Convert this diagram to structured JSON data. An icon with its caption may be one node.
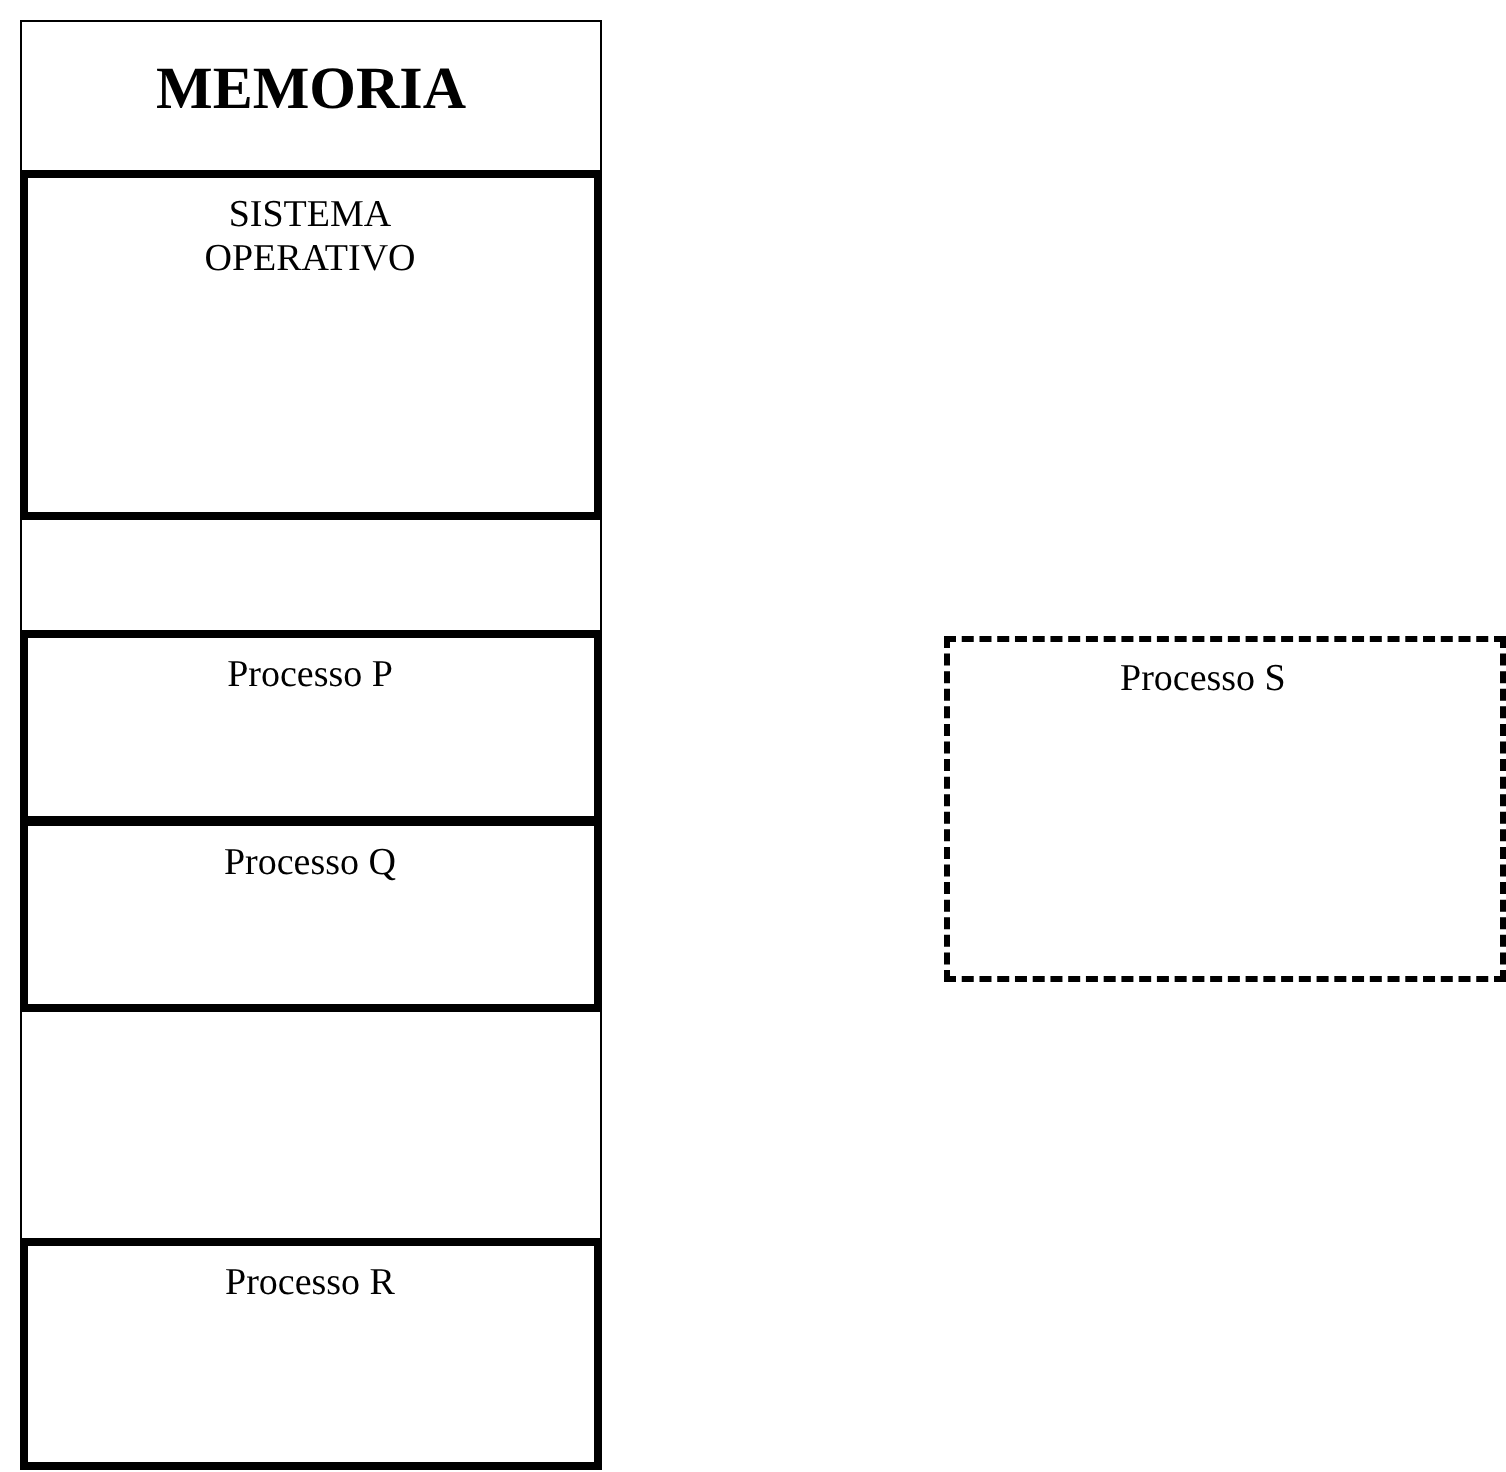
{
  "diagram": {
    "nodes": [
      {
        "text": [
          "MEMORIA"
        ]
      },
      {
        "text": [
          "SISTEMA OPERATIVO"
        ],
        "in": 0
      },
      {
        "text": [
          "Processo P"
        ],
        "in": 0
      },
      {
        "text": [
          "Processo Q"
        ],
        "in": 0
      },
      {
        "text": [
          "Processo R"
        ],
        "in": 0
      },
      {
        "text": [
          "Processo S"
        ]
      }
    ]
  }
}
